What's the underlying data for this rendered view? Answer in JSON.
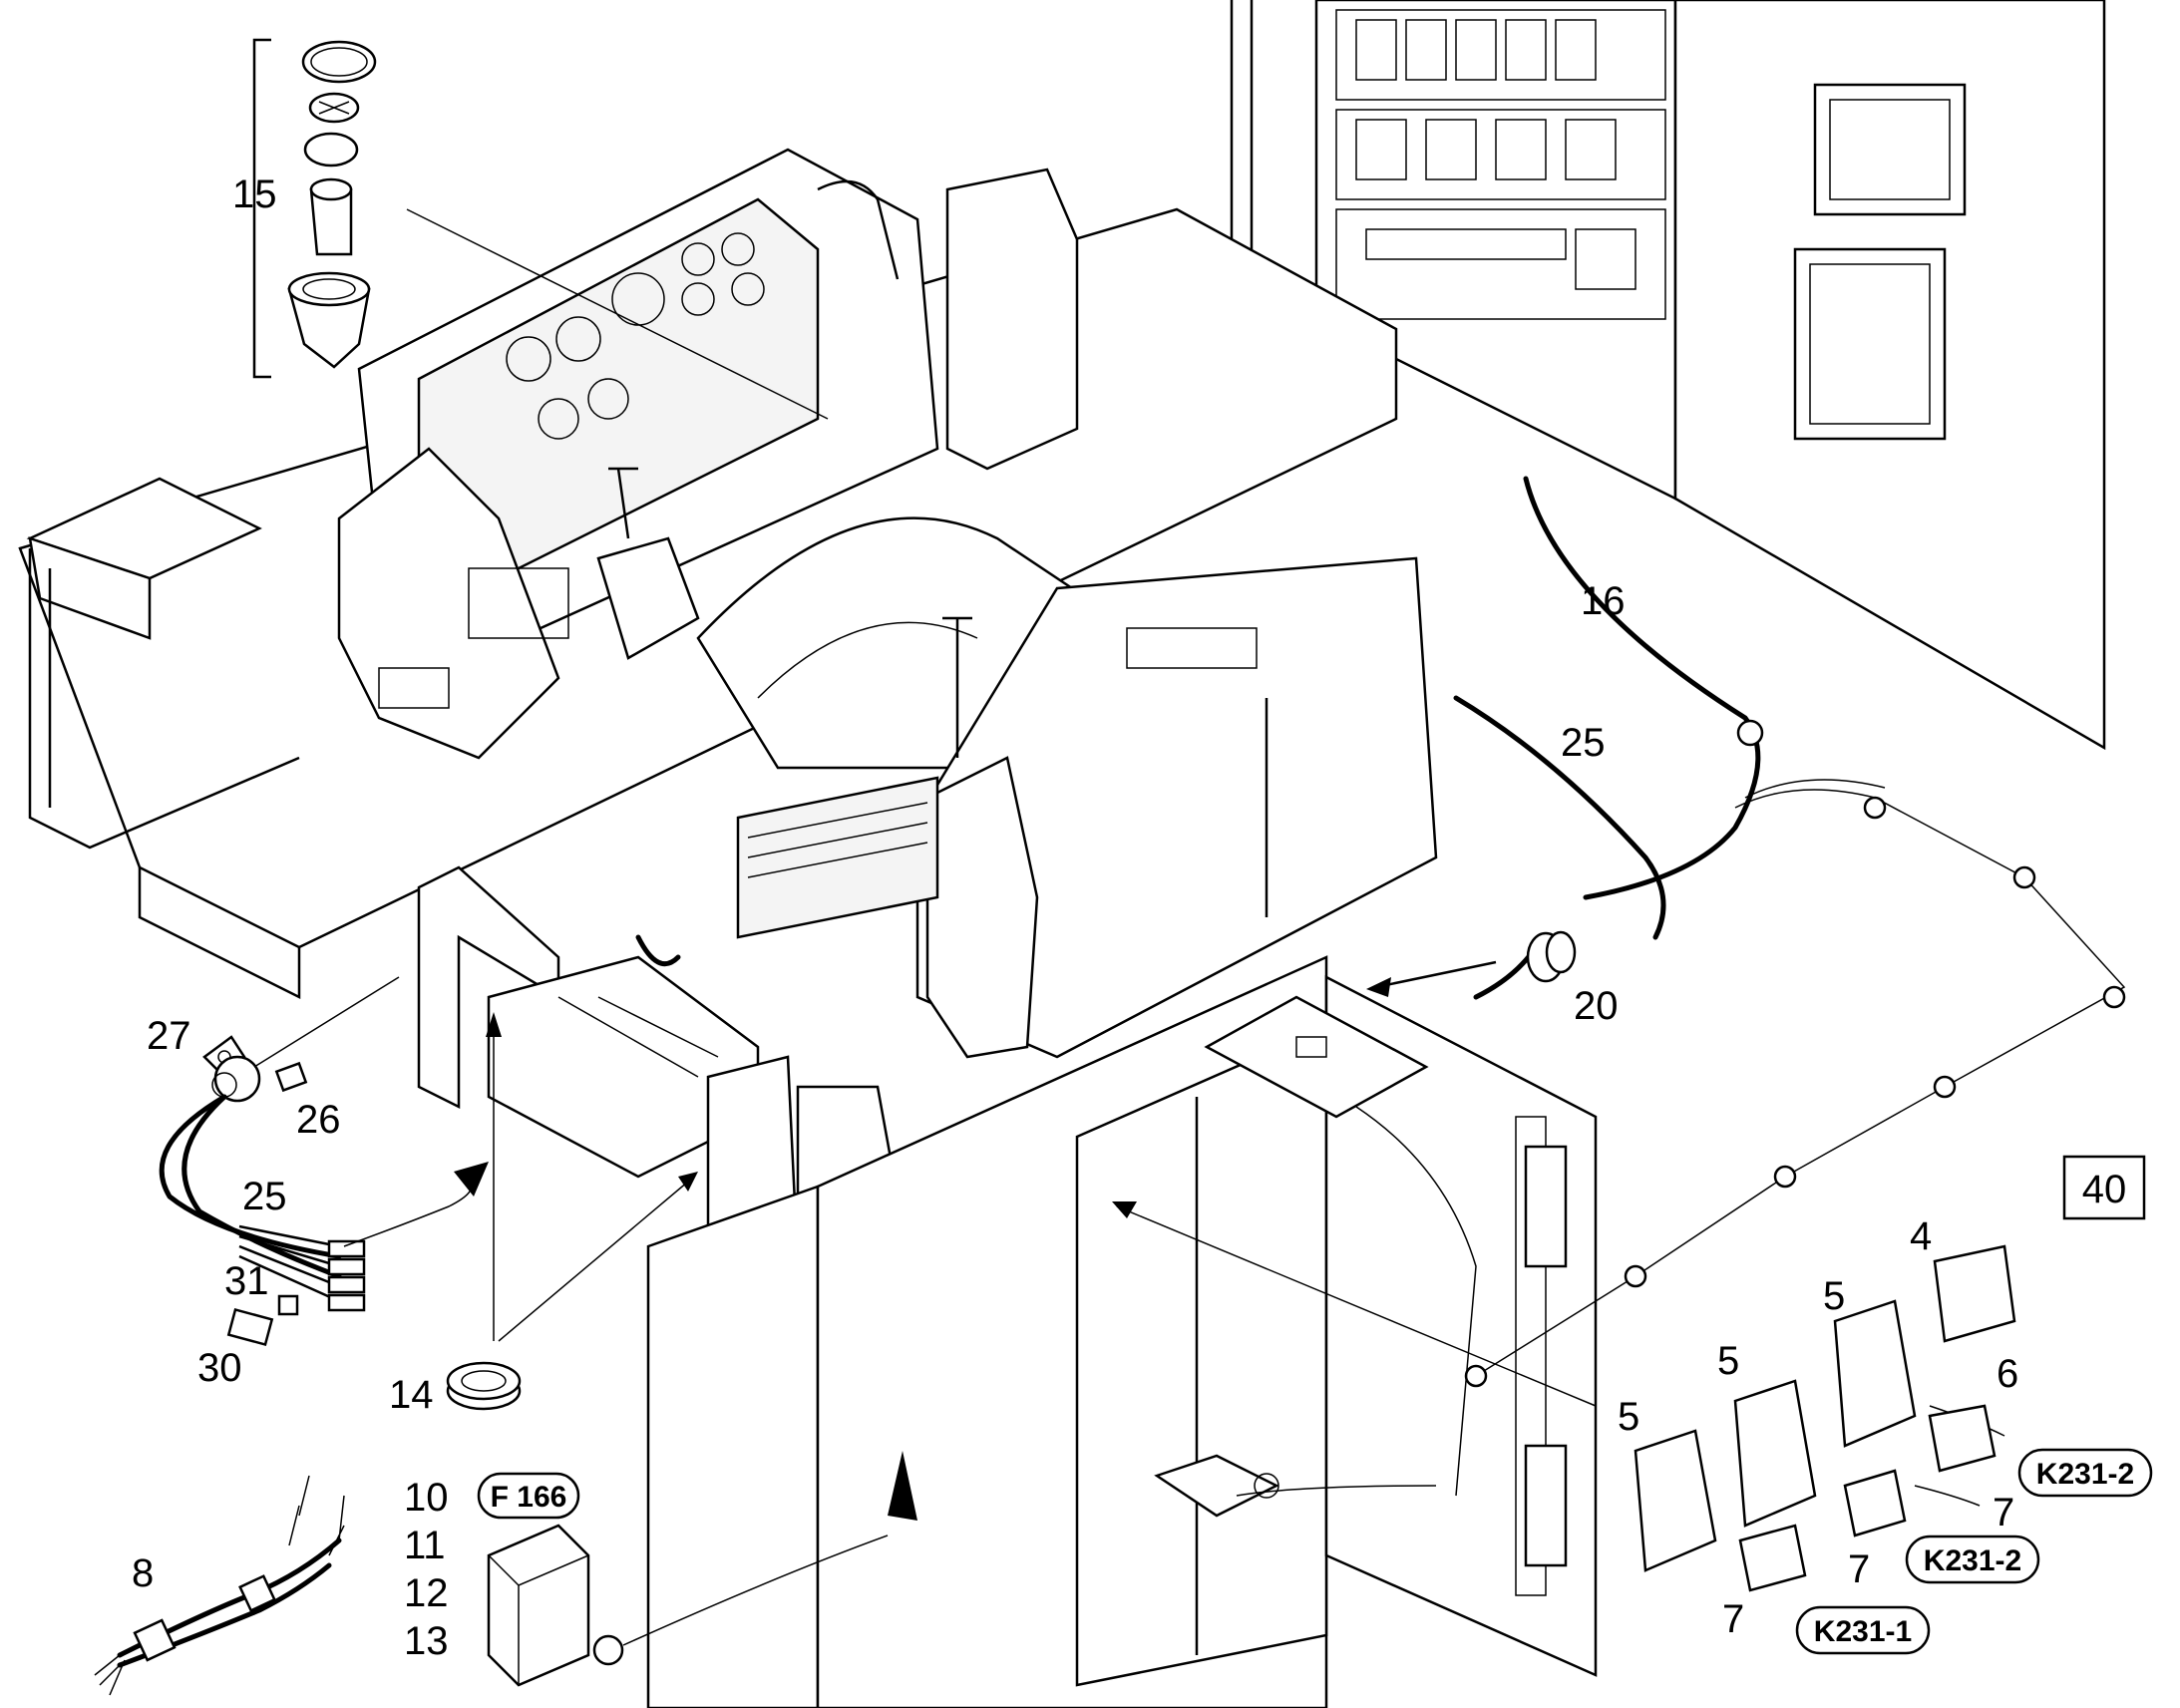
{
  "figure_number": "40",
  "callouts": {
    "c15": "15",
    "c16": "16",
    "c25a": "25",
    "c20": "20",
    "c27": "27",
    "c26": "26",
    "c25b": "25",
    "c31": "31",
    "c30": "30",
    "c14": "14",
    "c8": "8",
    "c10": "10",
    "c11": "11",
    "c12": "12",
    "c13": "13",
    "c4": "4",
    "c5a": "5",
    "c5b": "5",
    "c5c": "5",
    "c6": "6",
    "c7a": "7",
    "c7b": "7",
    "c7c": "7"
  },
  "tags": {
    "f166": "F 166",
    "k2312a": "K231-2",
    "k2312b": "K231-2",
    "k2311": "K231-1"
  }
}
